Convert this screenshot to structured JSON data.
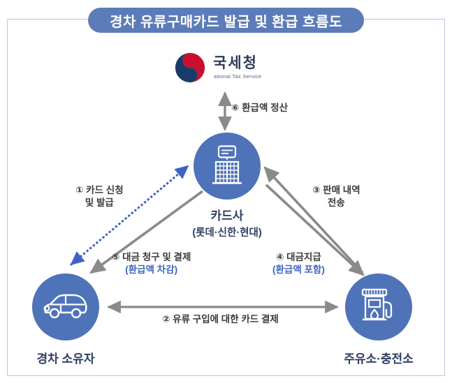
{
  "title": "경차 유류구매카드 발급 및 환급 흐름도",
  "organization": {
    "name_ko": "국세청",
    "name_en": "ational Tax Service",
    "logo_icon": "taegeuk-logo-icon"
  },
  "nodes": [
    {
      "id": "card-company",
      "label": "카드사",
      "sublabel": "(롯데·신한·현대)",
      "icon": "building-card-icon",
      "color": "#4f73b8"
    },
    {
      "id": "car-owner",
      "label": "경차 소유자",
      "sublabel": "",
      "icon": "compact-car-icon",
      "color": "#4f73b8"
    },
    {
      "id": "gas-station",
      "label": "주유소·충전소",
      "sublabel": "",
      "icon": "fuel-pump-icon",
      "color": "#4f73b8"
    }
  ],
  "flows": [
    {
      "number": "①",
      "text": "카드 신청",
      "text2": "및 발급",
      "sub": "",
      "from": "car-owner",
      "to": "card-company",
      "style": "dotted",
      "direction": "both",
      "color": "#3f63c4"
    },
    {
      "number": "②",
      "text": "유류 구입에 대한 카드 결제",
      "text2": "",
      "sub": "",
      "from": "car-owner",
      "to": "gas-station",
      "style": "solid",
      "direction": "both",
      "color": "#8a8a8a"
    },
    {
      "number": "③",
      "text": "판매 내역",
      "text2": "전송",
      "sub": "",
      "from": "gas-station",
      "to": "card-company",
      "style": "solid",
      "direction": "one",
      "color": "#8a8a8a"
    },
    {
      "number": "④",
      "text": "대금지급",
      "text2": "",
      "sub": "(환급액 포함)",
      "from": "card-company",
      "to": "gas-station",
      "style": "solid",
      "direction": "one",
      "color": "#8a8a8a"
    },
    {
      "number": "⑤",
      "text": "대금 청구 및 결제",
      "text2": "",
      "sub": "(환급액 차감)",
      "from": "card-company",
      "to": "car-owner",
      "style": "solid",
      "direction": "one",
      "color": "#8a8a8a"
    },
    {
      "number": "⑥",
      "text": "환급액 정산",
      "text2": "",
      "sub": "",
      "from": "card-company",
      "to": "national-tax-service",
      "style": "solid",
      "direction": "both",
      "color": "#8a8a8a"
    }
  ],
  "labels": {
    "l1_line1": "① 카드 신청",
    "l1_line2": "및 발급",
    "l2": "② 유류 구입에 대한 카드 결제",
    "l3_line1": "③ 판매 내역",
    "l3_line2": "전송",
    "l4_line1": "④ 대금지급",
    "l4_sub": "(환급액 포함)",
    "l5_line1": "⑤ 대금 청구 및 결제",
    "l5_sub": "(환급액 차감)",
    "l6": "⑥ 환급액 정산"
  },
  "colors": {
    "title_bar": "#5b7cb8",
    "node_circle": "#4f73b8",
    "arrow_gray": "#8a8a8a",
    "arrow_blue_dotted": "#3f63c4",
    "label_text": "#3a3a3a",
    "sub_label_text": "#3f63c4",
    "node_label_text": "#2c3d63",
    "frame_border": "#b9c6dd"
  }
}
